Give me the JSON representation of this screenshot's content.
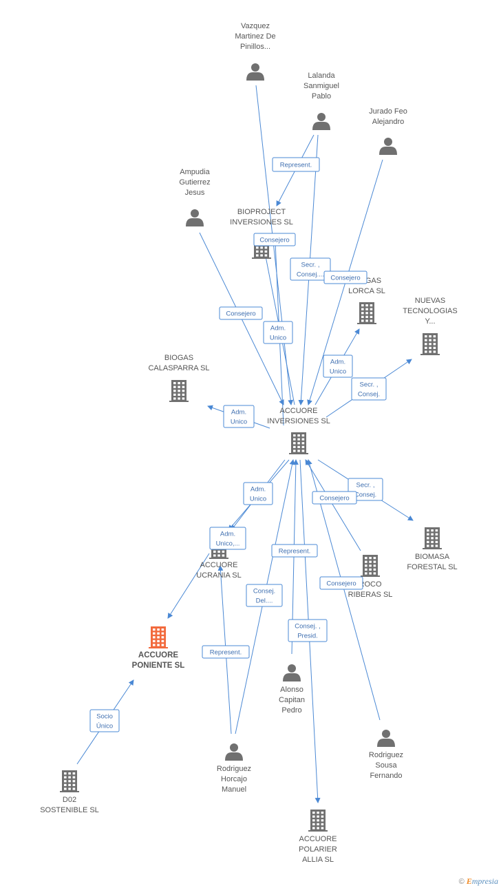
{
  "nodes": [
    {
      "id": "vazquez",
      "type": "person",
      "label": [
        "Vazquez",
        "Martinez De",
        "Pinillos..."
      ]
    },
    {
      "id": "lalanda",
      "type": "person",
      "label": [
        "Lalanda",
        "Sanmiguel",
        "Pablo"
      ]
    },
    {
      "id": "jurado",
      "type": "person",
      "label": [
        "Jurado Feo",
        "Alejandro"
      ]
    },
    {
      "id": "ampudia",
      "type": "person",
      "label": [
        "Ampudia",
        "Gutierrez",
        "Jesus"
      ]
    },
    {
      "id": "bioproject",
      "type": "company",
      "label": [
        "BIOPROJECT",
        "INVERSIONES SL"
      ]
    },
    {
      "id": "biogaslorca",
      "type": "company",
      "label": [
        "BIOGAS",
        "LORCA SL"
      ]
    },
    {
      "id": "nuevas",
      "type": "company",
      "label": [
        "NUEVAS",
        "TECNOLOGIAS",
        "Y..."
      ]
    },
    {
      "id": "calasparra",
      "type": "company",
      "label": [
        "BIOGAS",
        "CALASPARRA SL"
      ]
    },
    {
      "id": "accuore_inv",
      "type": "company",
      "label": [
        "ACCUORE",
        "INVERSIONES SL"
      ]
    },
    {
      "id": "ucrania",
      "type": "company",
      "label": [
        "ACCUORE",
        "UCRANIA SL"
      ]
    },
    {
      "id": "biomasa",
      "type": "company",
      "label": [
        "BIOMASA",
        "FORESTAL SL"
      ]
    },
    {
      "id": "roco",
      "type": "company",
      "label": [
        "ROCO",
        "RIBERAS SL"
      ]
    },
    {
      "id": "poniente",
      "type": "company-main",
      "label": [
        "ACCUORE",
        "PONIENTE SL"
      ]
    },
    {
      "id": "alonso",
      "type": "person",
      "label": [
        "Alonso",
        "Capitan",
        "Pedro"
      ]
    },
    {
      "id": "rsousa",
      "type": "person",
      "label": [
        "Rodriguez",
        "Sousa",
        "Fernando"
      ]
    },
    {
      "id": "d02",
      "type": "company",
      "label": [
        "D02",
        "SOSTENIBLE SL"
      ]
    },
    {
      "id": "rhorcajo",
      "type": "person",
      "label": [
        "Rodriguez",
        "Horcajo",
        "Manuel"
      ]
    },
    {
      "id": "polarier",
      "type": "company",
      "label": [
        "ACCUORE",
        "POLARIER",
        "ALLIA SL"
      ]
    }
  ],
  "edges": [
    {
      "from": "lalanda",
      "to": "bioproject",
      "label": [
        "Represent."
      ]
    },
    {
      "from": "vazquez",
      "to": "accuore_inv",
      "label": []
    },
    {
      "from": "lalanda",
      "to": "accuore_inv",
      "label": [
        "Secr. ,",
        "Consej...."
      ]
    },
    {
      "from": "accuore_inv",
      "to": "bioproject",
      "label": [
        "Consejero"
      ]
    },
    {
      "from": "jurado",
      "to": "accuore_inv",
      "label": [
        "Consejero"
      ]
    },
    {
      "from": "ampudia",
      "to": "accuore_inv",
      "label": [
        "Consejero"
      ]
    },
    {
      "from": "accuore_inv",
      "to": "bioproject",
      "label": [
        "Adm.",
        "Unico"
      ]
    },
    {
      "from": "accuore_inv",
      "to": "biogaslorca",
      "label": [
        "Adm.",
        "Unico"
      ]
    },
    {
      "from": "accuore_inv",
      "to": "nuevas",
      "label": [
        "Secr. ,",
        "Consej."
      ]
    },
    {
      "from": "accuore_inv",
      "to": "calasparra",
      "label": [
        "Adm.",
        "Unico"
      ]
    },
    {
      "from": "accuore_inv",
      "to": "ucrania",
      "label": [
        "Adm.",
        "Unico"
      ]
    },
    {
      "from": "accuore_inv",
      "to": "ucrania",
      "label": [
        "Adm.",
        "Unico,..."
      ]
    },
    {
      "from": "accuore_inv",
      "to": "biomasa",
      "label": [
        "Secr. ,",
        "Consej."
      ]
    },
    {
      "from": "roco",
      "to": "accuore_inv",
      "label": [
        "Consejero"
      ]
    },
    {
      "from": "alonso",
      "to": "accuore_inv",
      "label": [
        "Represent."
      ]
    },
    {
      "from": "rhorcajo",
      "to": "accuore_inv",
      "label": [
        "Consej.",
        "Del...."
      ]
    },
    {
      "from": "rsousa",
      "to": "accuore_inv",
      "label": [
        "Consejero"
      ]
    },
    {
      "from": "accuore_inv",
      "to": "polarier",
      "label": [
        "Consej. ,",
        "Presid."
      ]
    },
    {
      "from": "rhorcajo",
      "to": "ucrania",
      "label": [
        "Represent."
      ]
    },
    {
      "from": "ucrania",
      "to": "poniente",
      "label": []
    },
    {
      "from": "d02",
      "to": "poniente",
      "label": [
        "Socio",
        "Único"
      ]
    }
  ],
  "colors": {
    "edge": "#4a88d4",
    "icon": "#707070",
    "main_icon": "#f26a3d",
    "label": "#555555"
  },
  "footer": {
    "copyright": "©",
    "brand_e": "E",
    "brand_rest": "mpresia"
  }
}
